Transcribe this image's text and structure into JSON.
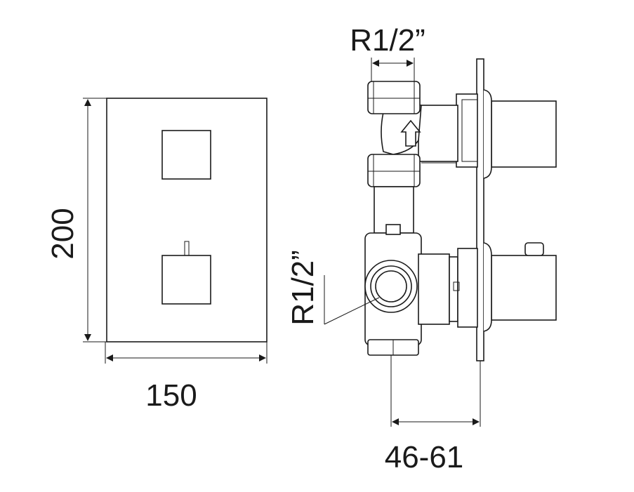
{
  "labels": {
    "height": "200",
    "width": "150",
    "depth": "46-61",
    "inlet_top": "R1/2”",
    "inlet_side": "R1/2”"
  }
}
